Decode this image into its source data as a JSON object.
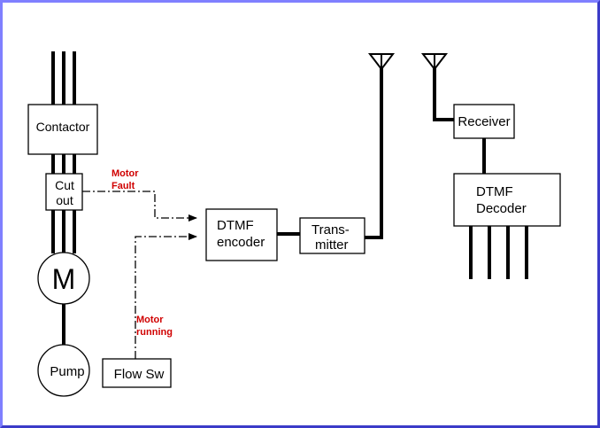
{
  "blocks": {
    "contactor": "Contactor",
    "cutout_line1": "Cut",
    "cutout_line2": "out",
    "motor": "M",
    "pump": "Pump",
    "flow_switch": "Flow Sw",
    "dtmf_encoder_line1": "DTMF",
    "dtmf_encoder_line2": "encoder",
    "transmitter_line1": "Trans-",
    "transmitter_line2": "mitter",
    "receiver": "Receiver",
    "dtmf_decoder_line1": "DTMF",
    "dtmf_decoder_line2": "Decoder"
  },
  "signals": {
    "motor_fault_line1": "Motor",
    "motor_fault_line2": "Fault",
    "motor_running_line1": "Motor",
    "motor_running_line2": "running"
  },
  "colors": {
    "signal_label": "#d00000",
    "frame_border": "#7f7fff"
  }
}
